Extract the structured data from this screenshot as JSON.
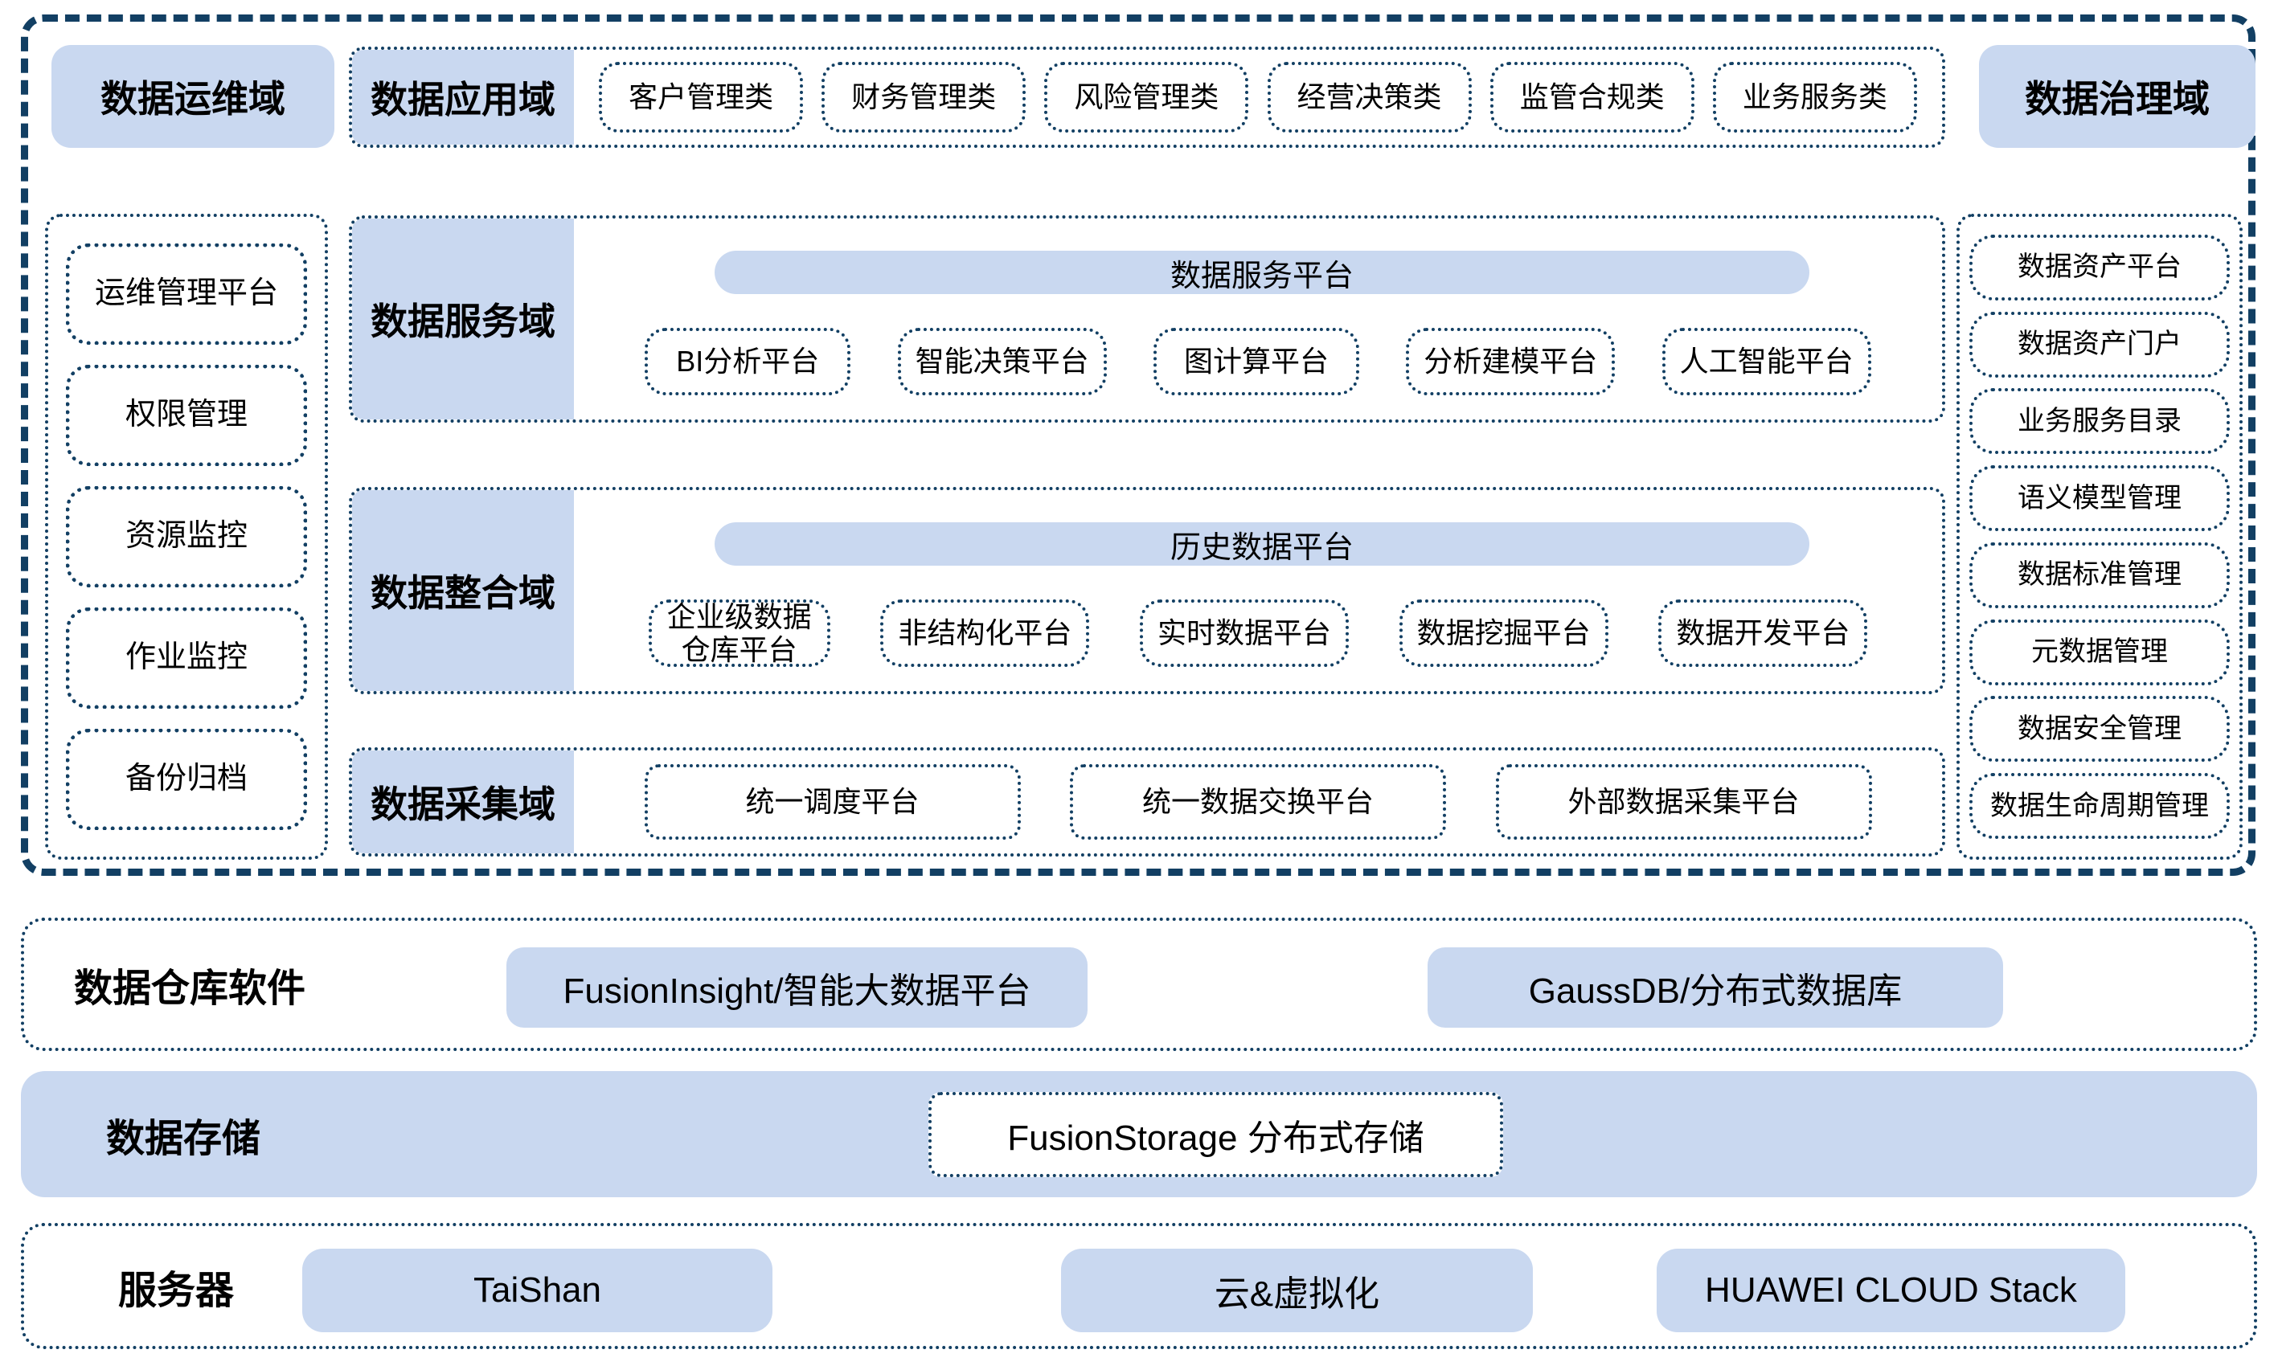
{
  "colors": {
    "fill_blue": "#c9d8f0",
    "border_navy": "#123f63"
  },
  "top_row": {
    "ops_domain": "数据运维域",
    "app_domain_label": "数据应用域",
    "app_items": [
      "客户管理类",
      "财务管理类",
      "风险管理类",
      "经营决策类",
      "监管合规类",
      "业务服务类"
    ],
    "gov_domain": "数据治理域"
  },
  "ops_column": {
    "items": [
      "运维管理平台",
      "权限管理",
      "资源监控",
      "作业监控",
      "备份归档"
    ]
  },
  "service_domain": {
    "label": "数据服务域",
    "platform": "数据服务平台",
    "items": [
      "BI分析平台",
      "智能决策平台",
      "图计算平台",
      "分析建模平台",
      "人工智能平台"
    ]
  },
  "integration_domain": {
    "label": "数据整合域",
    "platform": "历史数据平台",
    "items": [
      "企业级数据仓库平台",
      "非结构化平台",
      "实时数据平台",
      "数据挖掘平台",
      "数据开发平台"
    ]
  },
  "collection_domain": {
    "label": "数据采集域",
    "items": [
      "统一调度平台",
      "统一数据交换平台",
      "外部数据采集平台"
    ]
  },
  "governance_column": {
    "items": [
      "数据资产平台",
      "数据资产门户",
      "业务服务目录",
      "语义模型管理",
      "数据标准管理",
      "元数据管理",
      "数据安全管理",
      "数据生命周期管理"
    ]
  },
  "warehouse_row": {
    "label": "数据仓库软件",
    "items": [
      "FusionInsight/智能大数据平台",
      "GaussDB/分布式数据库"
    ]
  },
  "storage_row": {
    "label": "数据存储",
    "item": "FusionStorage 分布式存储"
  },
  "server_row": {
    "label": "服务器",
    "items": [
      "TaiShan",
      "云&虚拟化",
      "HUAWEI CLOUD Stack"
    ]
  }
}
